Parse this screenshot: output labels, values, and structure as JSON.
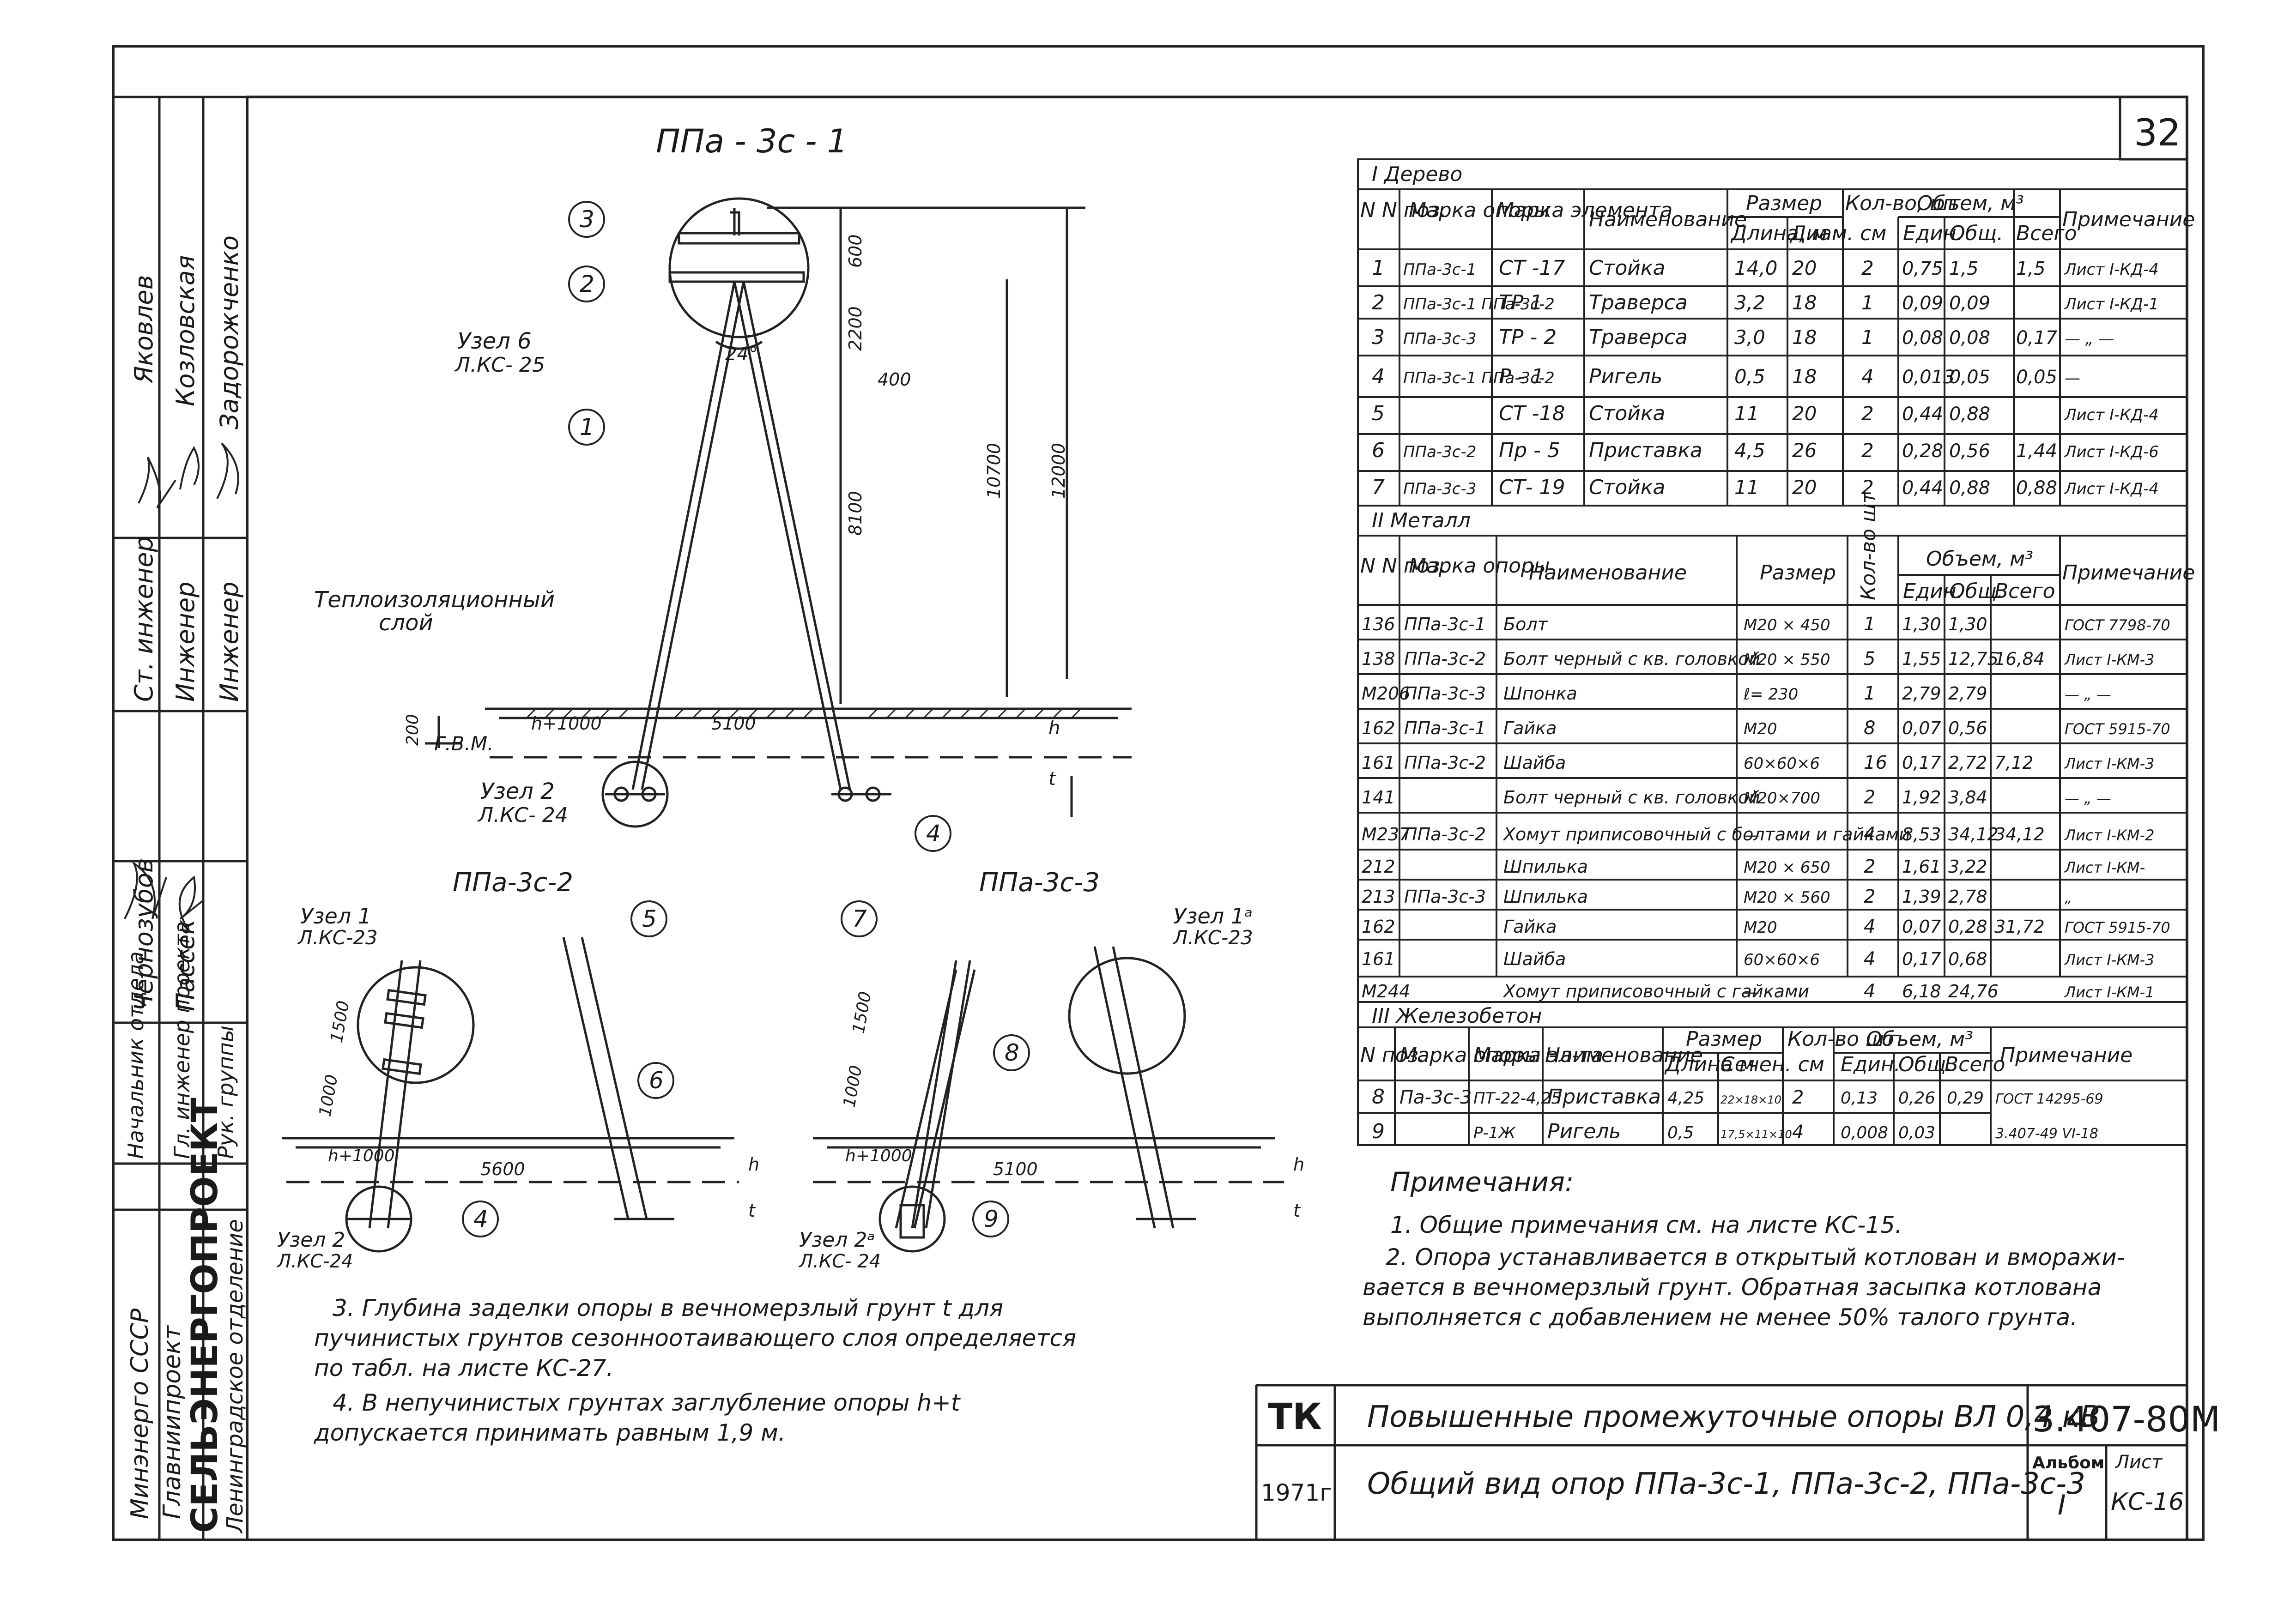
{
  "sheet": {
    "number": "32",
    "doc_code": "3.407-80М",
    "album_label": "Альбом",
    "album": "I",
    "sheet_label": "Лист",
    "sheet_no": "КС-16",
    "org_tag": "ТК",
    "year": "1971г",
    "title_line1": "Повышенные промежуточные опоры ВЛ 0,4 кВ",
    "title_line2": "Общий вид опор ППа-3с-1, ППа-3с-2, ППа-3с-3"
  },
  "sidebar": {
    "ministry": "Минэнерго СССР",
    "institute": "Главниипроект",
    "org_name": "СЕЛЬЭНЕРГОПРОЕКТ",
    "branch": "Ленинградское отделение",
    "roles": [
      "Нач. отдела",
      "Гл. инженер проекта",
      "Рук. группы",
      "Ст. инженер",
      "Инженер",
      "Инженер"
    ],
    "names": [
      "Черноз убов",
      "Пассек",
      "Яковлев",
      "Козловская",
      "Задорожченко"
    ],
    "roles_label": [
      "Начальник отдела",
      "Гл. инженер проекта",
      "Рук. группы"
    ],
    "role2": [
      "Ст. инженер",
      "Инженер",
      "Инженер"
    ],
    "names_a": [
      "Чернозубов",
      "Пассек"
    ],
    "names_b": [
      "Яковлев",
      "Козловская",
      "Задорожченко"
    ]
  },
  "drawing": {
    "view1_title": "ППа - 3с - 1",
    "view2_title": "ППа-3с-2",
    "view3_title": "ППа-3с-3",
    "node6": "Узел 6",
    "node6_ref": "Л.КС- 25",
    "node2": "Узел 2",
    "node2_ref": "Л.КС- 24",
    "node1": "Узел 1",
    "node1_ref": "Л.КС-23",
    "node1a": "Узел 1ᵃ",
    "node1a_ref": "Л.КС-23",
    "node2a": "Узел 2ᵃ",
    "node2a_ref": "Л.КС- 24",
    "node2b": "Узел 2",
    "node2b_ref": "Л.КС-24",
    "insulation1": "Теплоизоляционный",
    "insulation2": "слой",
    "gv": "Г.В.М.",
    "angle": "24°",
    "dims": {
      "d600": "600",
      "d2200": "2200",
      "d400": "400",
      "d10700": "10700",
      "d12000": "12000",
      "d8100": "8100",
      "d200": "200",
      "h1000": "h+1000",
      "d5100": "5100",
      "h": "h",
      "t": "t",
      "d1500": "1500",
      "d1000": "1000",
      "d5600": "5600"
    },
    "callouts": [
      "1",
      "2",
      "3",
      "4",
      "5",
      "6",
      "7",
      "8",
      "9"
    ]
  },
  "table_wood": {
    "section": "I  Дерево",
    "headers": [
      "N N поз.",
      "Марка опоры",
      "Марка элемента",
      "Наименование",
      "Размер",
      "Кол-во, шт",
      "Объем, м³",
      "Примечание"
    ],
    "sub_headers": [
      "Длина, м",
      "Диам. см",
      "Един.",
      "Общ.",
      "Всего"
    ],
    "rows": [
      [
        "1",
        "ППа-3с-1",
        "СТ -17",
        "Стойка",
        "14,0",
        "20",
        "2",
        "0,75",
        "1,5",
        "1,5",
        "Лист I-КД-4"
      ],
      [
        "2",
        "ППа-3с-1 ППа-3с-2",
        "ТР 1",
        "Траверса",
        "3,2",
        "18",
        "1",
        "0,09",
        "0,09",
        "",
        "Лист I-КД-1"
      ],
      [
        "3",
        "ППа-3с-3",
        "ТР - 2",
        "Траверса",
        "3,0",
        "18",
        "1",
        "0,08",
        "0,08",
        "0,17",
        "— „ —"
      ],
      [
        "4",
        "ППа-3с-1 ППа-3с-2",
        "Р - 1",
        "Ригель",
        "0,5",
        "18",
        "4",
        "0,013",
        "0,05",
        "0,05",
        "—"
      ],
      [
        "5",
        "",
        "СТ -18",
        "Стойка",
        "11",
        "20",
        "2",
        "0,44",
        "0,88",
        "",
        "Лист I-КД-4"
      ],
      [
        "6",
        "ППа-3с-2",
        "Пр - 5",
        "Приставка",
        "4,5",
        "26",
        "2",
        "0,28",
        "0,56",
        "1,44",
        "Лист I-КД-6"
      ],
      [
        "7",
        "ППа-3с-3",
        "СТ- 19",
        "Стойка",
        "11",
        "20",
        "2",
        "0,44",
        "0,88",
        "0,88",
        "Лист I-КД-4"
      ]
    ]
  },
  "table_metal": {
    "section": "II  Металл",
    "headers": [
      "N N поз.",
      "Марка опоры",
      "Наименование",
      "Размер",
      "Кол-во шт",
      "Объем, м³",
      "Примечание"
    ],
    "sub_headers": [
      "Един.",
      "Общ.",
      "Всего"
    ],
    "rows": [
      [
        "136",
        "ППа-3с-1",
        "Болт",
        "М20 × 450",
        "1",
        "1,30",
        "1,30",
        "",
        "ГОСТ 7798-70"
      ],
      [
        "138",
        "ППа-3с-2",
        "Болт черный с кв. головкой",
        "М20 × 550",
        "5",
        "1,55",
        "12,75",
        "16,84",
        "Лист I-КМ-3"
      ],
      [
        "М206",
        "ППа-3с-3",
        "Шпонка",
        "ℓ= 230",
        "1",
        "2,79",
        "2,79",
        "",
        "— „ —"
      ],
      [
        "162",
        "ППа-3с-1",
        "Гайка",
        "М20",
        "8",
        "0,07",
        "0,56",
        "",
        "ГОСТ 5915-70"
      ],
      [
        "161",
        "ППа-3с-2",
        "Шайба",
        "60×60×6",
        "16",
        "0,17",
        "2,72",
        "7,12",
        "Лист I-КМ-3"
      ],
      [
        "141",
        "",
        "Болт черный с кв. головкой",
        "М20×700",
        "2",
        "1,92",
        "3,84",
        "",
        "— „ —"
      ],
      [
        "М237",
        "ППа-3с-2",
        "Хомут приписовочный с болтами и гайками",
        "—",
        "4",
        "8,53",
        "34,12",
        "34,12",
        "Лист I-КМ-2"
      ],
      [
        "212",
        "",
        "Шпилька",
        "М20 × 650",
        "2",
        "1,61",
        "3,22",
        "",
        "Лист I-КМ-"
      ],
      [
        "213",
        "ППа-3с-3",
        "Шпилька",
        "М20 × 560",
        "2",
        "1,39",
        "2,78",
        "",
        "„"
      ],
      [
        "162",
        "",
        "Гайка",
        "М20",
        "4",
        "0,07",
        "0,28",
        "31,72",
        "ГОСТ 5915-70"
      ],
      [
        "161",
        "",
        "Шайба",
        "60×60×6",
        "4",
        "0,17",
        "0,68",
        "",
        "Лист I-КМ-3"
      ],
      [
        "М244",
        "",
        "Хомут приписовочный с гайками",
        "—",
        "4",
        "6,18",
        "24,76",
        "",
        "Лист I-КМ-1"
      ]
    ]
  },
  "table_concrete": {
    "section": "III  Железобетон",
    "headers": [
      "N поз.",
      "Марка опоры",
      "Марка эл-та",
      "Наименование",
      "Размер",
      "Кол-во шт",
      "Объем, м³",
      "Примечание"
    ],
    "sub_headers": [
      "Длина м",
      "Сечен. см",
      "Един.",
      "Общ.",
      "Всего"
    ],
    "rows": [
      [
        "8",
        "Па-3с-3",
        "ПТ-22-4,25",
        "Приставка",
        "4,25",
        "22×18×10",
        "2",
        "0,13",
        "0,26",
        "0,29",
        "ГОСТ 14295-69"
      ],
      [
        "9",
        "",
        "Р-1Ж",
        "Ригель",
        "0,5",
        "17,5×11×10",
        "4",
        "0,008",
        "0,03",
        "",
        "3.407-49 VI-18"
      ]
    ]
  },
  "notes": {
    "heading": "Примечания:",
    "n1": "1. Общие примечания см. на листе КС-15.",
    "n2a": "2. Опора устанавливается в открытый котлован и вморажи-",
    "n2b": "вается в вечномерзлый грунт. Обратная засыпка котлована",
    "n2c": "выполняется с добавлением не менее 50% талого грунта.",
    "n3a": "3. Глубина заделки опоры в вечномерзлый грунт t для",
    "n3b": "пучинистых грунтов сезонноотаивающего слоя определяется",
    "n3c": "по табл. на листе КС-27.",
    "n4a": "4. В непучинистых грунтах заглубление опоры h+t",
    "n4b": "допускается принимать равным 1,9 м."
  }
}
